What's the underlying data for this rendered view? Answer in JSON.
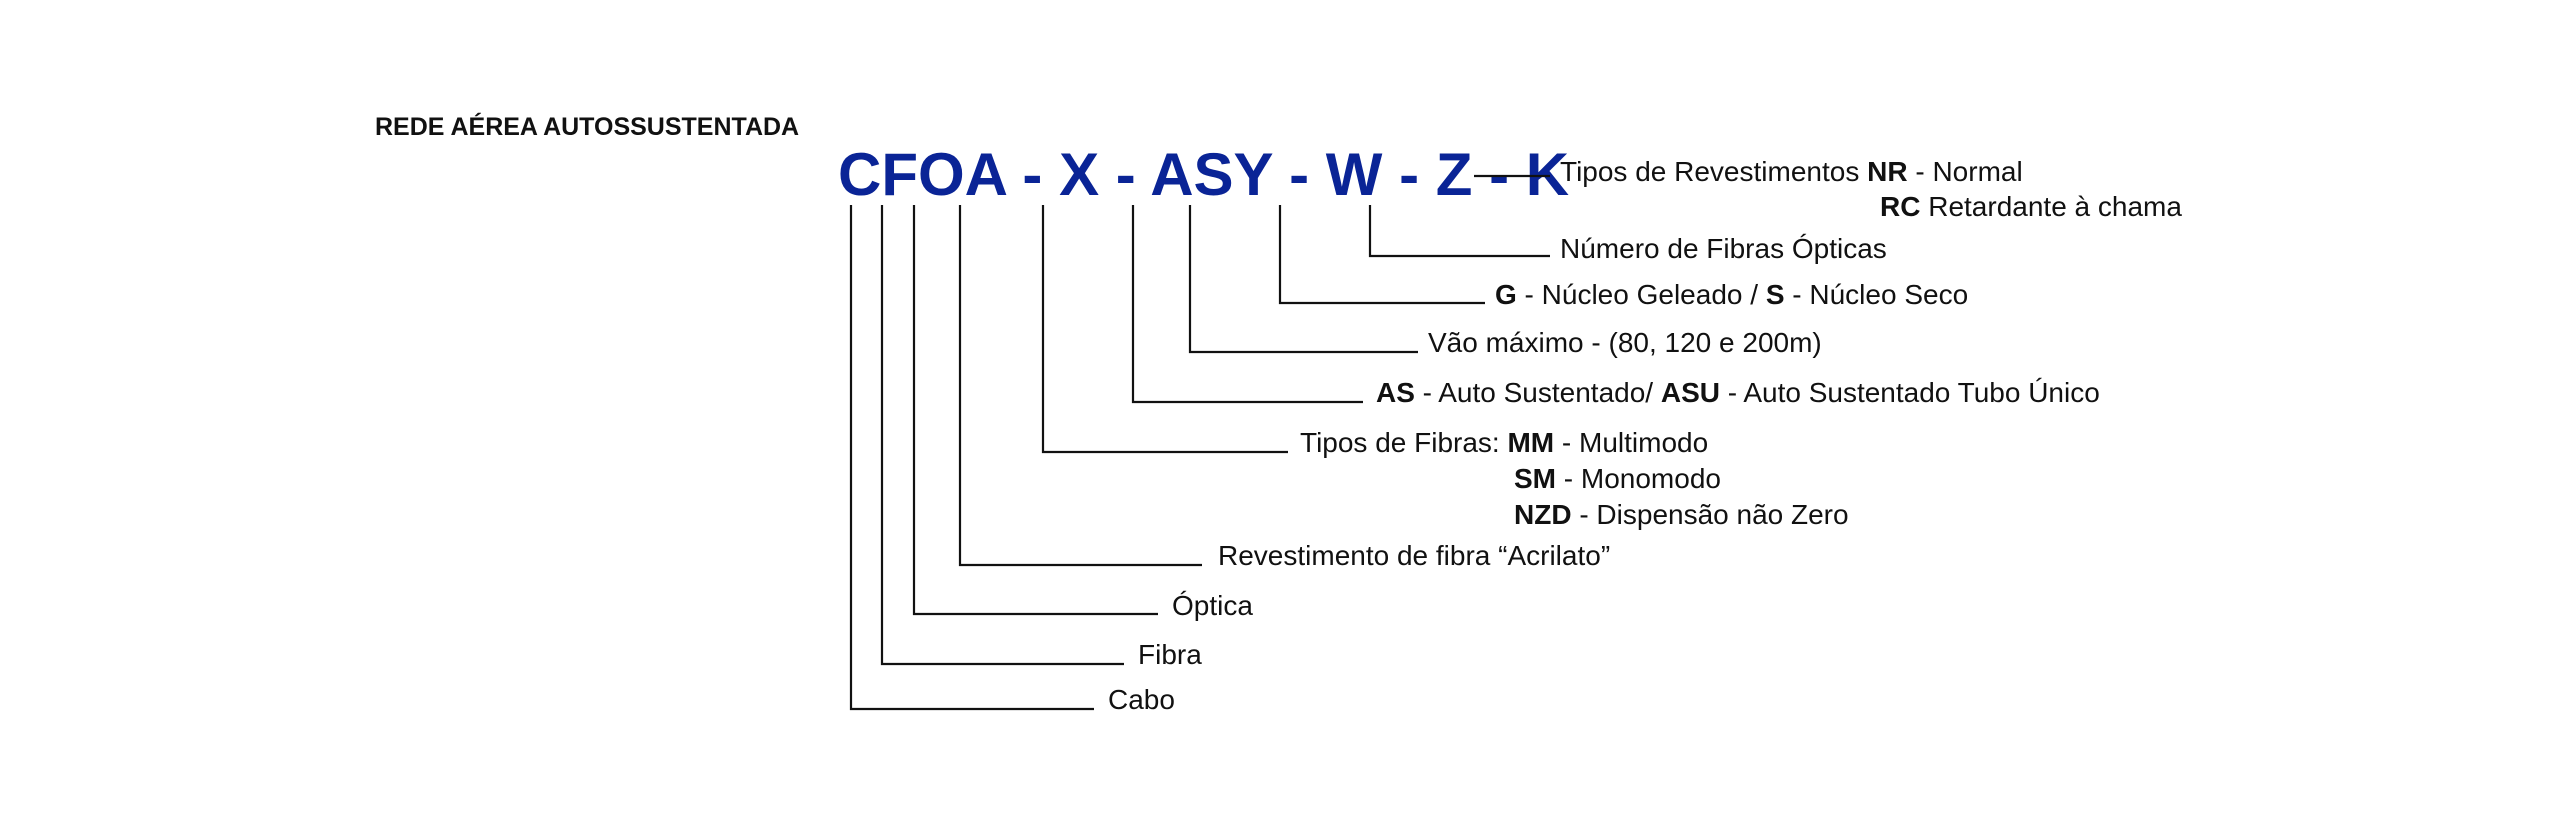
{
  "title": "REDE AÉREA AUTOSSUSTENTADA",
  "code": {
    "full": "CFOA - X - ASY - W - Z - K",
    "letters": [
      "C",
      "F",
      "O",
      "A",
      "X",
      "A",
      "S",
      "Y",
      "W",
      "Z",
      "K"
    ]
  },
  "labels": {
    "k": {
      "text": "Tipos de Revestimentos ",
      "bold1": "NR",
      "rest1": " - Normal",
      "bold2": "RC",
      "rest2": " Retardante à chama"
    },
    "z": {
      "text": "Número de Fibras Ópticas"
    },
    "w": {
      "bold1": "G",
      "rest1": " - Núcleo Geleado / ",
      "bold2": "S",
      "rest2": " - Núcleo Seco"
    },
    "y": {
      "text": "Vão máximo - (80, 120 e 200m)"
    },
    "as": {
      "bold1": "AS",
      "rest1": " - Auto Sustentado/ ",
      "bold2": "ASU",
      "rest2": " - Auto Sustentado Tubo Único"
    },
    "x": {
      "text": "Tipos de Fibras: ",
      "bold1": "MM",
      "rest1": " - Multimodo",
      "bold2": "SM",
      "rest2": " - Monomodo",
      "bold3": "NZD",
      "rest3": " - Dispensão não Zero"
    },
    "a": {
      "text": "Revestimento de fibra “Acrilato”"
    },
    "o": {
      "text": "Óptica"
    },
    "f": {
      "text": "Fibra"
    },
    "c": {
      "text": "Cabo"
    }
  },
  "colors": {
    "code": "#0a2496",
    "text": "#111111",
    "lines": "#111111"
  }
}
